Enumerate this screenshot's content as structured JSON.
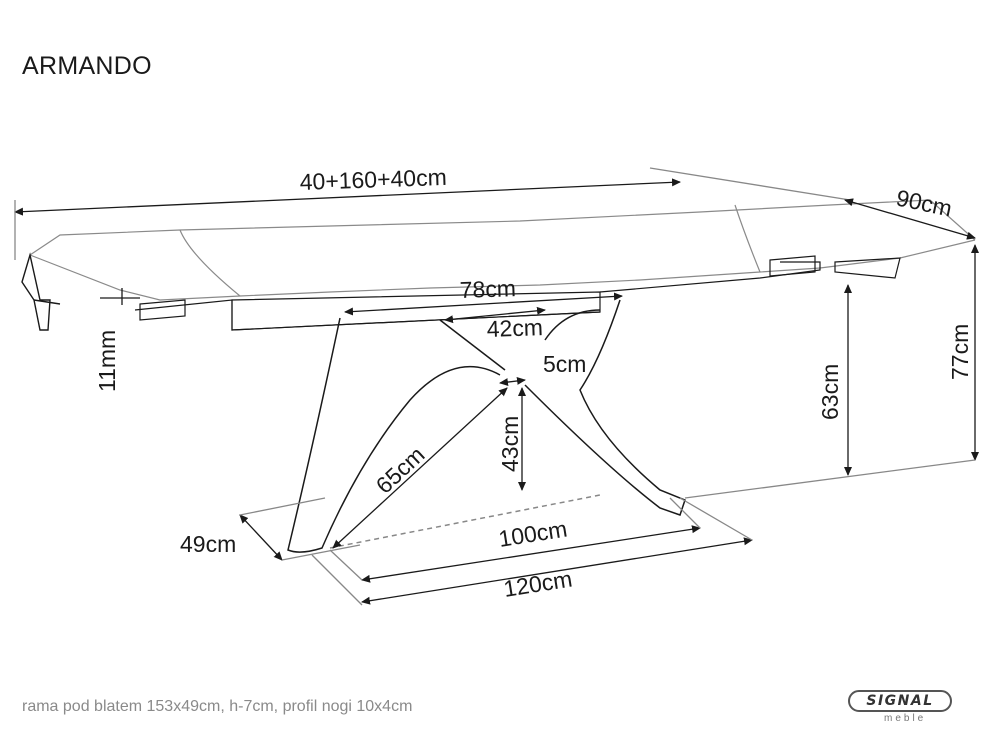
{
  "title": "ARMANDO",
  "dimensions": {
    "total_length": "40+160+40cm",
    "depth": "90cm",
    "frame_length": "78cm",
    "inner_span": "42cm",
    "gap": "5cm",
    "top_thickness": "11mm",
    "leg_height": "63cm",
    "total_height": "77cm",
    "cross_height": "43cm",
    "diagonal": "65cm",
    "foot_depth": "49cm",
    "base_length": "100cm",
    "foot_span": "120cm"
  },
  "footnote": "rama pod blatem 153x49cm, h-7cm, profil nogi 10x4cm",
  "brand": {
    "name": "SIGNAL",
    "sub": "meble"
  },
  "colors": {
    "line": "#1a1a1a",
    "light_line": "#7a7a7a",
    "footnote": "#8a8a8a"
  }
}
